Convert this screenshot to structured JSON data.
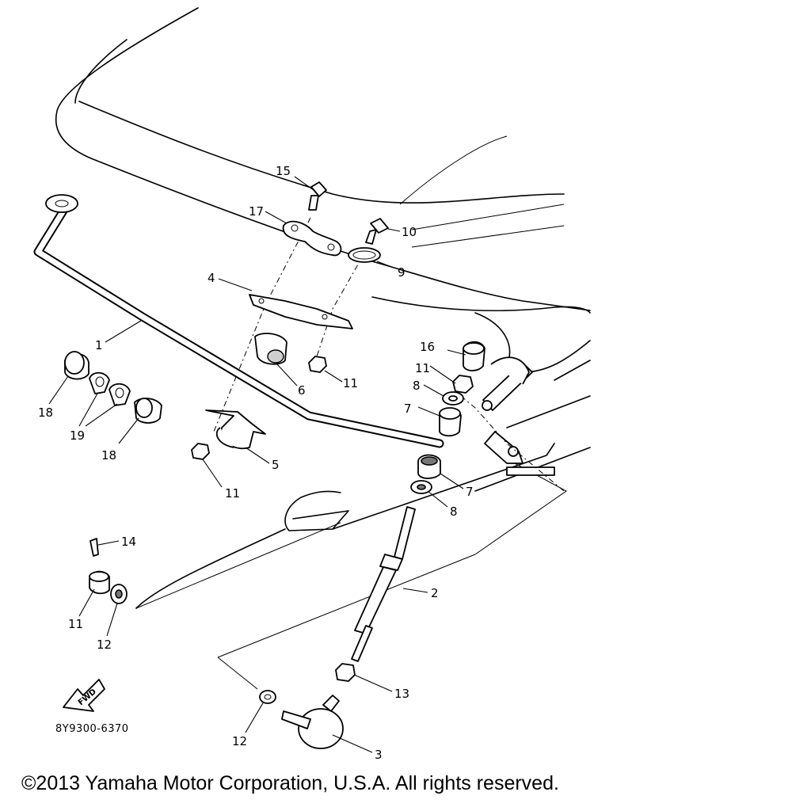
{
  "diagram": {
    "callouts": {
      "c1": "1",
      "c2": "2",
      "c3": "3",
      "c4": "4",
      "c5": "5",
      "c6": "6",
      "c7a": "7",
      "c7b": "7",
      "c8a": "8",
      "c8b": "8",
      "c9": "9",
      "c10": "10",
      "c11a": "11",
      "c11b": "11",
      "c11c": "11",
      "c11d": "11",
      "c12a": "12",
      "c12b": "12",
      "c13": "13",
      "c14": "14",
      "c15": "15",
      "c16": "16",
      "c17": "17",
      "c18a": "18",
      "c18b": "18",
      "c19": "19"
    },
    "fwd_label": "FWD",
    "drawing_code": "8Y9300-6370"
  },
  "footer": {
    "copyright": "©2013 Yamaha Motor Corporation, U.S.A. All rights reserved."
  }
}
